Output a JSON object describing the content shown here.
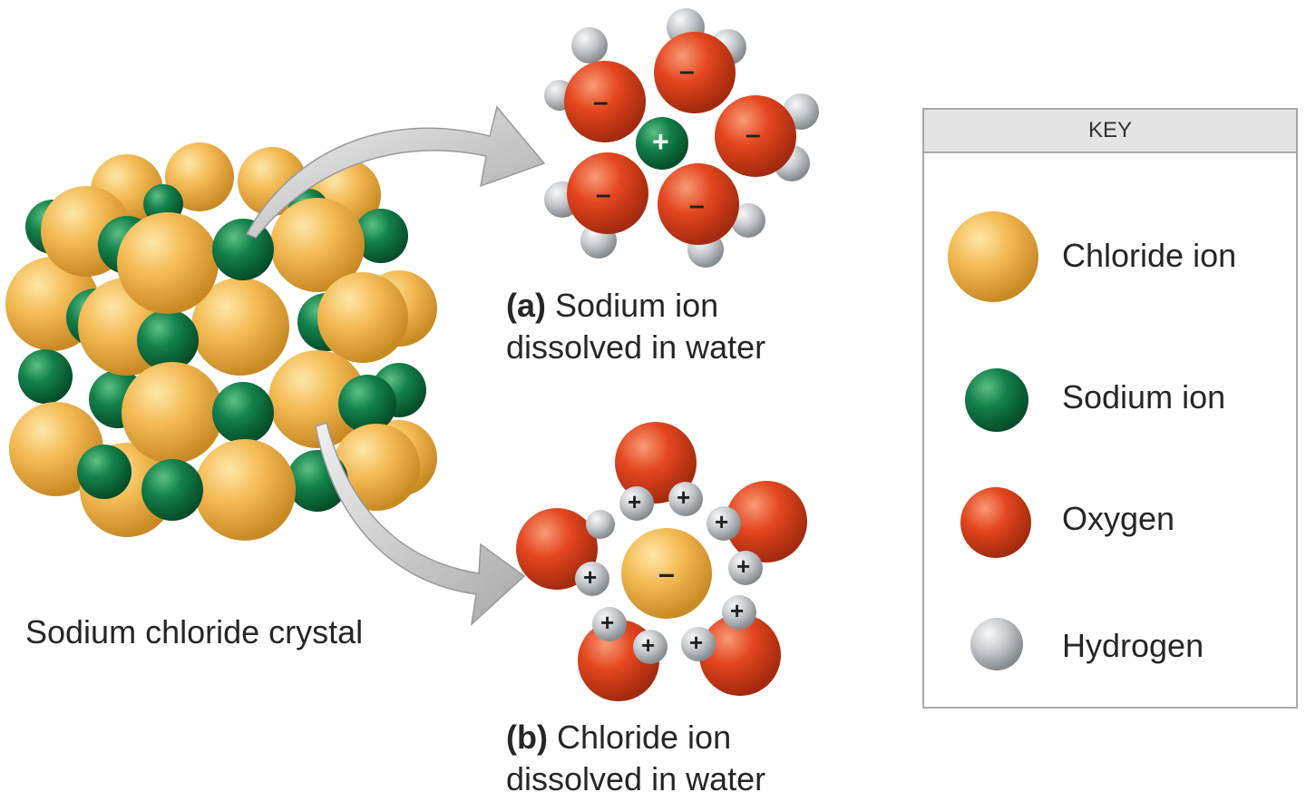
{
  "captions": {
    "crystal": "Sodium chloride crystal",
    "a_tag": "(a)",
    "a_line1": "Sodium ion",
    "a_line2": "dissolved in water",
    "b_tag": "(b)",
    "b_line1": "Chloride ion",
    "b_line2": "dissolved in water"
  },
  "key": {
    "title": "KEY",
    "items": [
      {
        "label": "Chloride ion",
        "color": "#f0b44a"
      },
      {
        "label": "Sodium ion",
        "color": "#0f7a45"
      },
      {
        "label": "Oxygen",
        "color": "#e2421c"
      },
      {
        "label": "Hydrogen",
        "color": "#c3c6c9"
      }
    ]
  },
  "charges": {
    "positive": "+",
    "negative": "–"
  },
  "colors": {
    "chloride": "#f0b44a",
    "sodium": "#0f7a45",
    "oxygen": "#e2421c",
    "hydrogen": "#c3c6c9",
    "arrow": "#c9c9c9"
  }
}
